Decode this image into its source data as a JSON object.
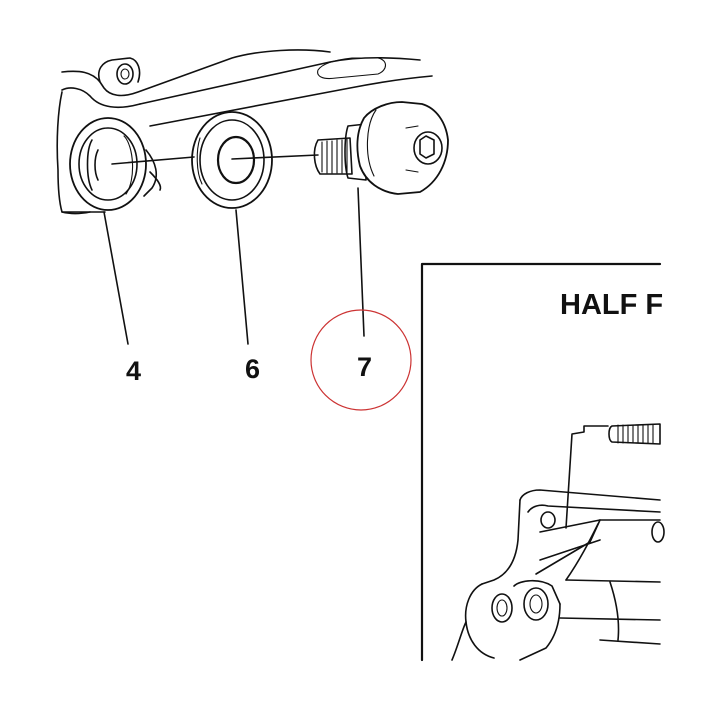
{
  "callouts": {
    "part_4": "4",
    "part_6": "6",
    "part_7": "7"
  },
  "inset": {
    "title": "HALF F"
  },
  "highlight": {
    "color": "#cc3333"
  }
}
